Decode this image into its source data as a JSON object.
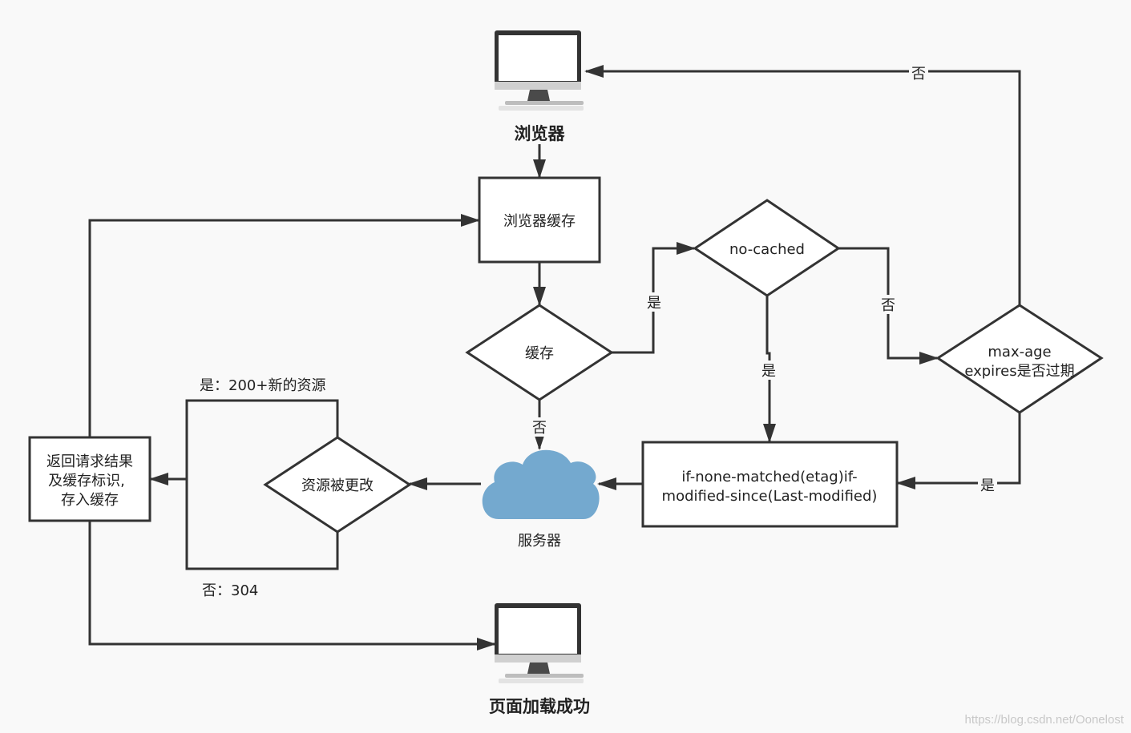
{
  "nodes": {
    "browser": {
      "label": "浏览器"
    },
    "browser_cache": {
      "label": "浏览器缓存"
    },
    "cache_check": {
      "label": "缓存"
    },
    "no_cached": {
      "label": "no-cached"
    },
    "max_age": {
      "line1": "max-age",
      "line2": "expires是否过期"
    },
    "validation": {
      "line1": "if-none-matched(etag)if-",
      "line2": "modified-since(Last-modified)"
    },
    "server": {
      "label": "服务器"
    },
    "resource_changed": {
      "label": "资源被更改"
    },
    "return_result": {
      "line1": "返回请求结果",
      "line2": "及缓存标识,",
      "line3": "存入缓存"
    },
    "page_loaded": {
      "label": "页面加载成功"
    }
  },
  "edge_labels": {
    "cache_yes": "是",
    "cache_no": "否",
    "nocached_yes": "是",
    "nocached_no": "否",
    "maxage_no": "否",
    "maxage_yes": "是",
    "changed_yes": "是：200+新的资源",
    "changed_no": "否：304"
  },
  "colors": {
    "stroke": "#333333",
    "cloud": "#74a9cf",
    "monitor_frame": "#333333",
    "background": "#f9f9f9"
  },
  "icons": {
    "top_monitor": "monitor-icon",
    "bottom_monitor": "monitor-icon",
    "server_cloud": "cloud-icon"
  },
  "watermark": "https://blog.csdn.net/Oonelost"
}
